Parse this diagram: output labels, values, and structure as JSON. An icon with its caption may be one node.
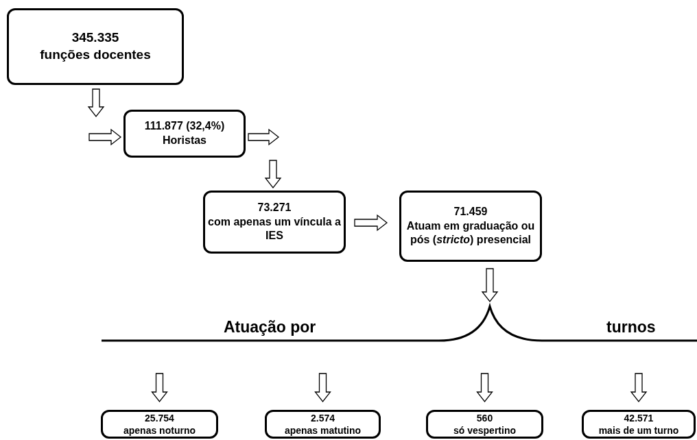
{
  "diagram": {
    "nodes": [
      {
        "text": [
          "345.335",
          "funções docentes"
        ]
      },
      {
        "text": [
          "111.877 (32,4%)",
          "Horistas"
        ]
      },
      {
        "text": [
          "73.271",
          "com apenas um víncula a IES"
        ]
      },
      {
        "text": [
          "71.459",
          "Atuam em graduação ou pós (*stricto*) presencial"
        ]
      },
      {
        "text": [
          "25.754",
          "apenas noturno"
        ]
      },
      {
        "text": [
          "2.574",
          "apenas matutino"
        ]
      },
      {
        "text": [
          "560",
          "só vespertino"
        ]
      },
      {
        "text": [
          "42.571",
          "mais de um turno"
        ]
      }
    ],
    "edges": [
      {
        "from": 0,
        "to": 1,
        "arrow": "to"
      },
      {
        "from": 1,
        "to": null,
        "arrow": "to"
      },
      {
        "from": 1,
        "to": 2,
        "arrow": "to"
      },
      {
        "from": 2,
        "to": 3,
        "arrow": "to"
      },
      {
        "from": 3,
        "to": null,
        "arrow": "to"
      },
      {
        "from": null,
        "to": 4,
        "arrow": "to"
      },
      {
        "from": null,
        "to": 5,
        "arrow": "to"
      },
      {
        "from": null,
        "to": 6,
        "arrow": "to"
      },
      {
        "from": null,
        "to": 7,
        "arrow": "to"
      }
    ],
    "labels": [
      "Atuação por",
      "turnos"
    ]
  }
}
